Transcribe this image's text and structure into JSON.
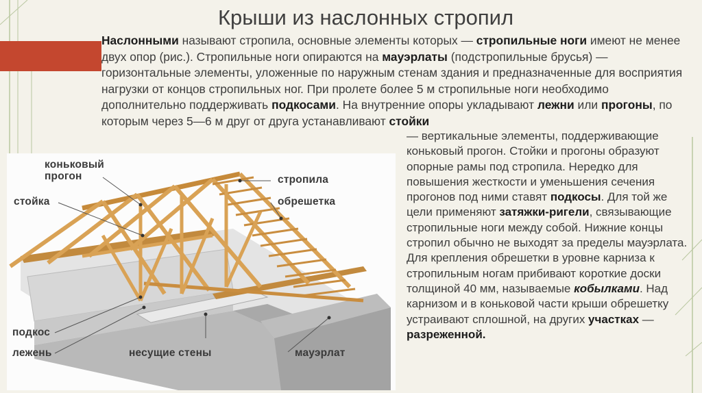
{
  "title": "Крыши из наслонных стропил",
  "paragraph": {
    "p1": "Наслонными",
    "p2": " называют стропила, основные элементы которых — ",
    "p3": "стропильные ноги",
    "p4": " имеют не менее двух опор (рис.). Стропильные ноги опираются на ",
    "p5": "мауэрлаты",
    "p6": " (подстропильные брусья) — горизонтальные элементы, уложенные по наружным стенам здания и предназначенные для восприятия нагрузки от концов стропильных ног. При пролете более 5 м стропильные ноги необходимо дополнительно поддерживать ",
    "p7": "подкосами",
    "p8": ". На внутренние опоры укладывают ",
    "p9": "лежни",
    "p10": " или ",
    "p11": "прогоны",
    "p12": ", по которым через 5—6 м друг от друга устанавливают ",
    "p13": "стойки"
  },
  "right_column": {
    "r1": " — вертикальные элементы, поддерживающие коньковый прогон. Стойки и прогоны образуют опорные рамы под стропила. Нередко для повышения жесткости и уменьшения сечения прогонов под ними ставят ",
    "r2": "подкосы",
    "r3": ". Для той же цели применяют ",
    "r4": "затяжки-ригели",
    "r5": ", связывающие стропильные ноги между собой. Нижние концы стропил обычно не выходят за пределы мауэрлата. Для крепления обрешетки в уровне карниза к стропильным ногам прибивают короткие доски толщиной 40 мм, называемые ",
    "r6": "кобылками",
    "r7": ". Над карнизом и в коньковой части крыши обрешетку устраивают сплошной, на других ",
    "r8": "участках",
    "r9": " — ",
    "r10": "разреженной."
  },
  "figure_labels": {
    "ridge_purlin": "коньковый\nпрогон",
    "post": "стойка",
    "rafters": "стропила",
    "lathing": "обрешетка",
    "strut": "подкос",
    "sleeper": "лежень",
    "bearing_walls": "несущие стены",
    "wall_plate": "мауэрлат"
  },
  "colors": {
    "accent": "#c4472f",
    "wood": "#d9a255",
    "wood_dark": "#9c6a2a",
    "wall": "#cfcfcf"
  }
}
